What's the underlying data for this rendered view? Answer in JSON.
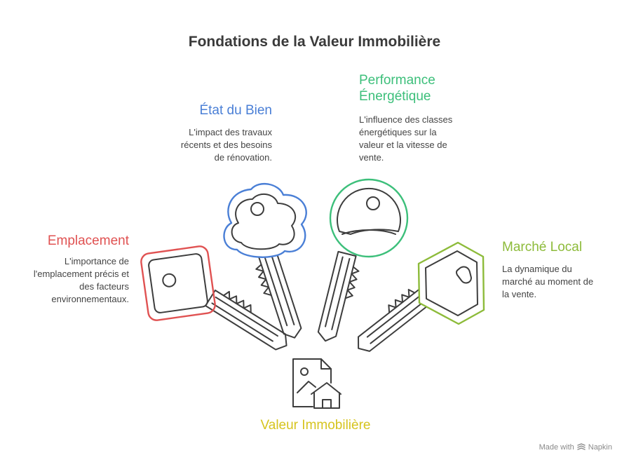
{
  "title": "Fondations de la Valeur Immobilière",
  "center": {
    "label": "Valeur Immobilière",
    "color": "#d6c41e"
  },
  "sections": [
    {
      "id": "emplacement",
      "heading": "Emplacement",
      "color": "#e05252",
      "lines": [
        "L'importance de",
        "l'emplacement précis et",
        "des facteurs",
        "environnementaux."
      ]
    },
    {
      "id": "etat",
      "heading": "État du Bien",
      "color": "#4a7fd6",
      "lines": [
        "L'impact des travaux",
        "récents et des besoins",
        "de rénovation."
      ]
    },
    {
      "id": "performance",
      "heading_lines": [
        "Performance",
        "Énergétique"
      ],
      "color": "#3cbf7a",
      "lines": [
        "L'influence des classes",
        "énergétiques sur la",
        "valeur et la vitesse de",
        "vente."
      ]
    },
    {
      "id": "marche",
      "heading": "Marché Local",
      "color": "#8dbb3a",
      "lines": [
        "La dynamique du",
        "marché au moment de",
        "la vente."
      ]
    }
  ],
  "footer": {
    "text": "Made with",
    "brand": "Napkin",
    "icon": "napkin-logo-icon"
  },
  "icons": {
    "center": "house-photo-icon"
  }
}
